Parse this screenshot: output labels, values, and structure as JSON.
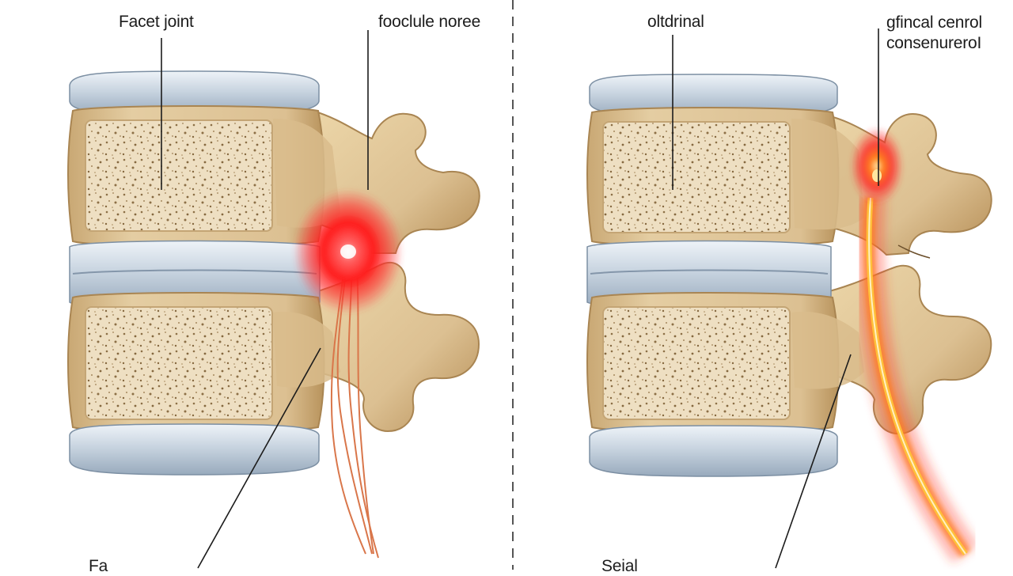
{
  "left_panel": {
    "labels": {
      "top_left": "Facet joint",
      "top_right": "fooclule noree",
      "bottom": "Fa"
    }
  },
  "right_panel": {
    "labels": {
      "top_left": "oltdrinal",
      "top_right_line1": "gfincal cenrol",
      "top_right_line2": "consenureroI",
      "bottom": "Seial"
    }
  },
  "colors": {
    "bone": "#dcc497",
    "bone_shadow": "#b8935c",
    "disc": "#c6d3e0",
    "inflammation": "#ff1a1a",
    "nerve_glow": "#ffa500",
    "nerve": "#d9764a",
    "divider": "#555555"
  },
  "icons": [
    "vertebra-illustration",
    "intervertebral-disc",
    "nerve-root",
    "inflammation-glow"
  ]
}
